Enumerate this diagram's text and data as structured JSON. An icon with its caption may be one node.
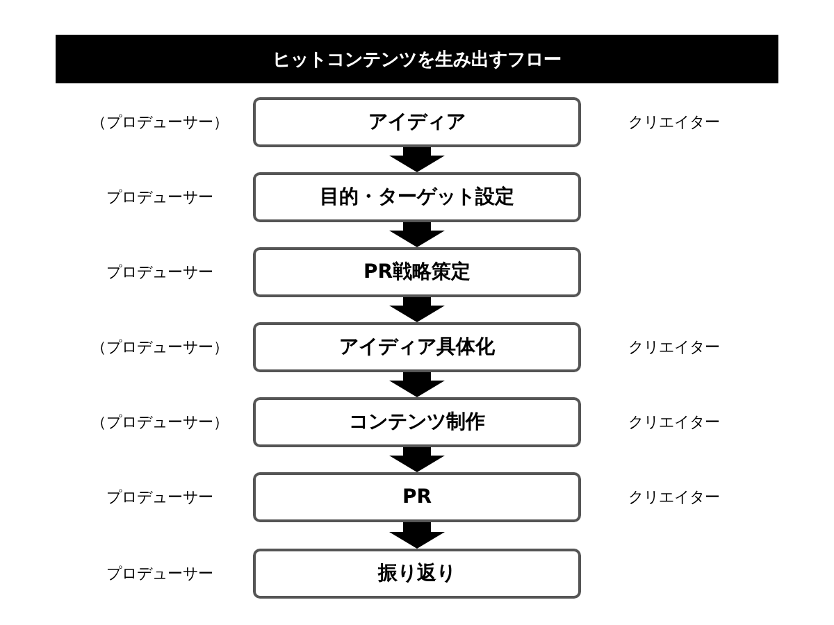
{
  "diagram": {
    "title": "ヒットコンテンツを生み出すフロー",
    "nodes": [
      {
        "text": [
          "アイディア"
        ],
        "beside": [
          "（プロデューサー）",
          "クリエイター"
        ]
      },
      {
        "text": [
          "目的・ターゲット設定"
        ],
        "beside": [
          "プロデューサー"
        ]
      },
      {
        "text": [
          "PR戦略策定"
        ],
        "beside": [
          "プロデューサー"
        ]
      },
      {
        "text": [
          "アイディア具体化"
        ],
        "beside": [
          "（プロデューサー）",
          "クリエイター"
        ]
      },
      {
        "text": [
          "コンテンツ制作"
        ],
        "beside": [
          "（プロデューサー）",
          "クリエイター"
        ]
      },
      {
        "text": [
          "PR"
        ],
        "beside": [
          "プロデューサー",
          "クリエイター"
        ]
      },
      {
        "text": [
          "振り返り"
        ],
        "beside": [
          "プロデューサー"
        ]
      }
    ],
    "edges": [
      {
        "from": 0,
        "to": 1,
        "arrow": "to",
        "style": "thick"
      },
      {
        "from": 1,
        "to": 2,
        "arrow": "to",
        "style": "thick"
      },
      {
        "from": 2,
        "to": 3,
        "arrow": "to",
        "style": "thick"
      },
      {
        "from": 3,
        "to": 4,
        "arrow": "to",
        "style": "thick"
      },
      {
        "from": 4,
        "to": 5,
        "arrow": "to",
        "style": "thick"
      },
      {
        "from": 5,
        "to": 6,
        "arrow": "to",
        "style": "thick"
      }
    ]
  }
}
